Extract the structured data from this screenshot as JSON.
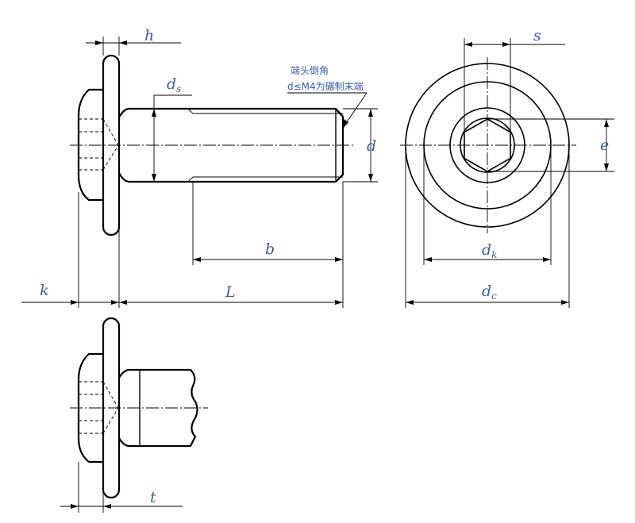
{
  "labels": {
    "h": "h",
    "ds_main": "d",
    "ds_sub": "s",
    "d": "d",
    "b": "b",
    "k": "k",
    "L": "L",
    "s": "s",
    "e": "e",
    "dk_main": "d",
    "dk_sub": "k",
    "dc_main": "d",
    "dc_sub": "c",
    "t": "t"
  },
  "note": {
    "line1": "端头倒角",
    "line2": "d≤M4为碾制末端"
  },
  "colors": {
    "outline": "#000000",
    "text": "#3a5ea8"
  }
}
